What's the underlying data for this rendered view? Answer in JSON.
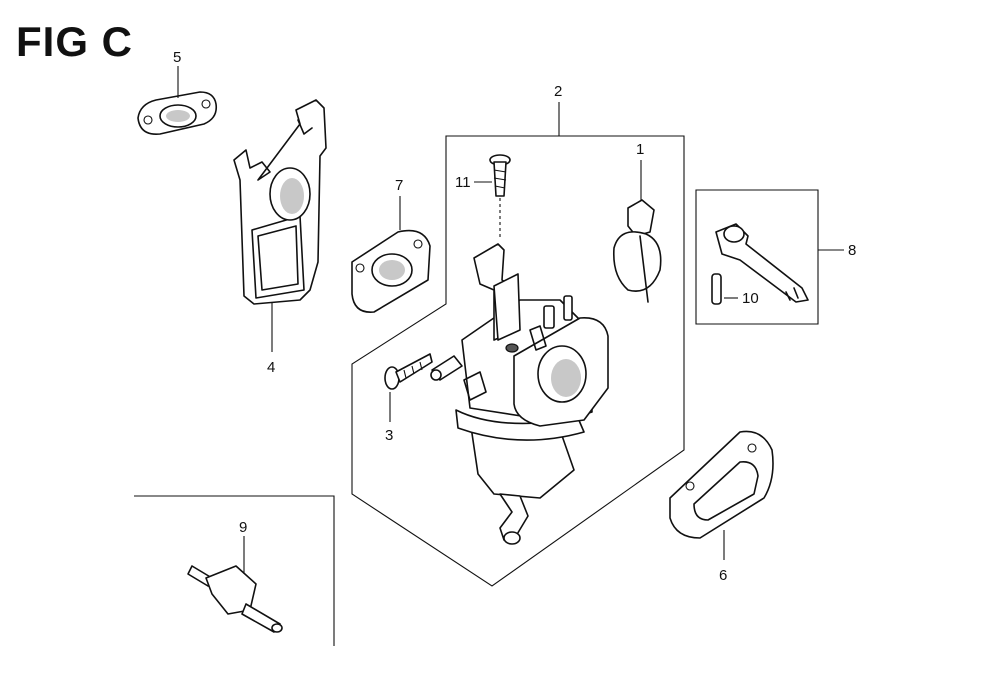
{
  "figure": {
    "title": "FIG C"
  },
  "callouts": {
    "c1": "1",
    "c2": "2",
    "c3": "3",
    "c4": "4",
    "c5": "5",
    "c6": "6",
    "c7": "7",
    "c8": "8",
    "c9": "9",
    "c10": "10",
    "c11": "11"
  }
}
